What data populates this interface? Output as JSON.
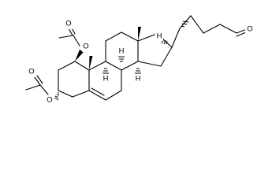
{
  "structure": {
    "description_type": "skeletal formula",
    "atom_labels": {
      "o_ester1_carbonyl": "O",
      "o_ester1_ether": "O",
      "o_ester2_carbonyl": "O",
      "o_ester2_ether": "O",
      "o_aldehyde": "O",
      "h_c8": "H",
      "h_c9": "H",
      "h_c14": "H",
      "h_c17": "H"
    },
    "colors": {
      "ink": "#000000",
      "background": "#ffffff"
    }
  }
}
